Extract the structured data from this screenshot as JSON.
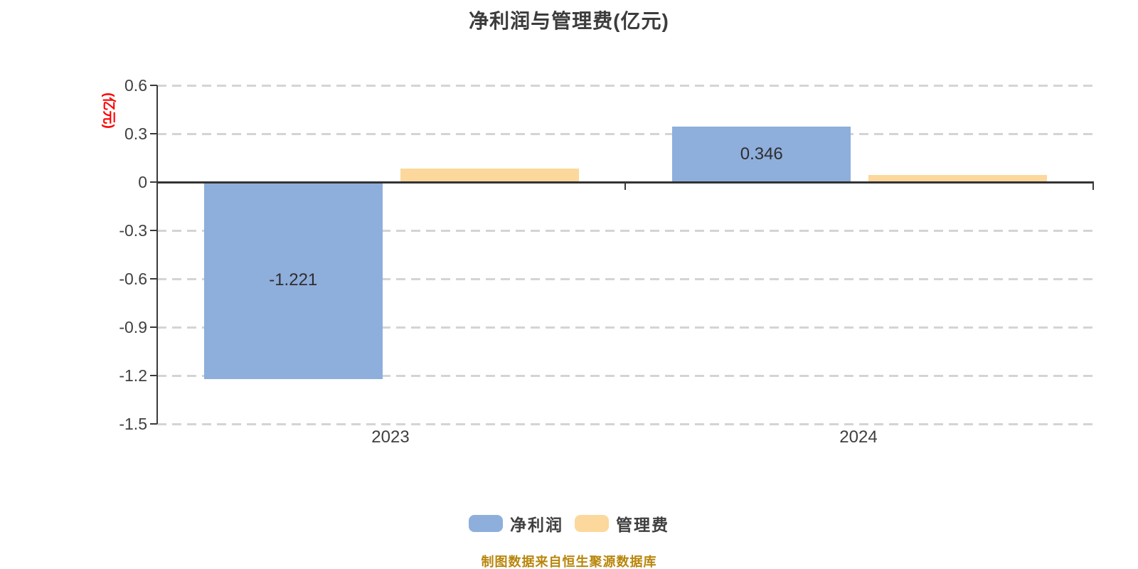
{
  "title": "净利润与管理费(亿元)",
  "y_axis": {
    "unit_label": "(亿元)",
    "unit_color": "#fe0000",
    "ticks": [
      "0.6",
      "0.3",
      "0",
      "-0.3",
      "-0.6",
      "-0.9",
      "-1.2",
      "-1.5"
    ]
  },
  "x_axis": {
    "categories": [
      "2023",
      "2024"
    ]
  },
  "legend": [
    {
      "label": "净利润",
      "color": "#8eaedc"
    },
    {
      "label": "管理费",
      "color": "#fcd89c"
    }
  ],
  "footer": {
    "source_text": "制图数据来自恒生聚源数据库",
    "color": "#b8860b"
  },
  "colors": {
    "grid": "#d4d4d4",
    "axis": "#3a3a3a",
    "text": "#404040"
  },
  "chart_data": {
    "type": "bar",
    "categories": [
      "2023",
      "2024"
    ],
    "series": [
      {
        "name": "净利润",
        "values": [
          -1.221,
          0.346
        ],
        "color": "#8eaedc",
        "data_labels": [
          "-1.221",
          "0.346"
        ]
      },
      {
        "name": "管理费",
        "values": [
          0.084,
          0.044
        ],
        "color": "#fcd89c",
        "data_labels": [
          null,
          null
        ]
      }
    ],
    "title": "净利润与管理费(亿元)",
    "xlabel": "",
    "ylabel": "(亿元)",
    "ylim": [
      -1.5,
      0.6
    ],
    "ytick_step": 0.3,
    "grid": "horizontal-dashed",
    "legend_position": "bottom"
  }
}
